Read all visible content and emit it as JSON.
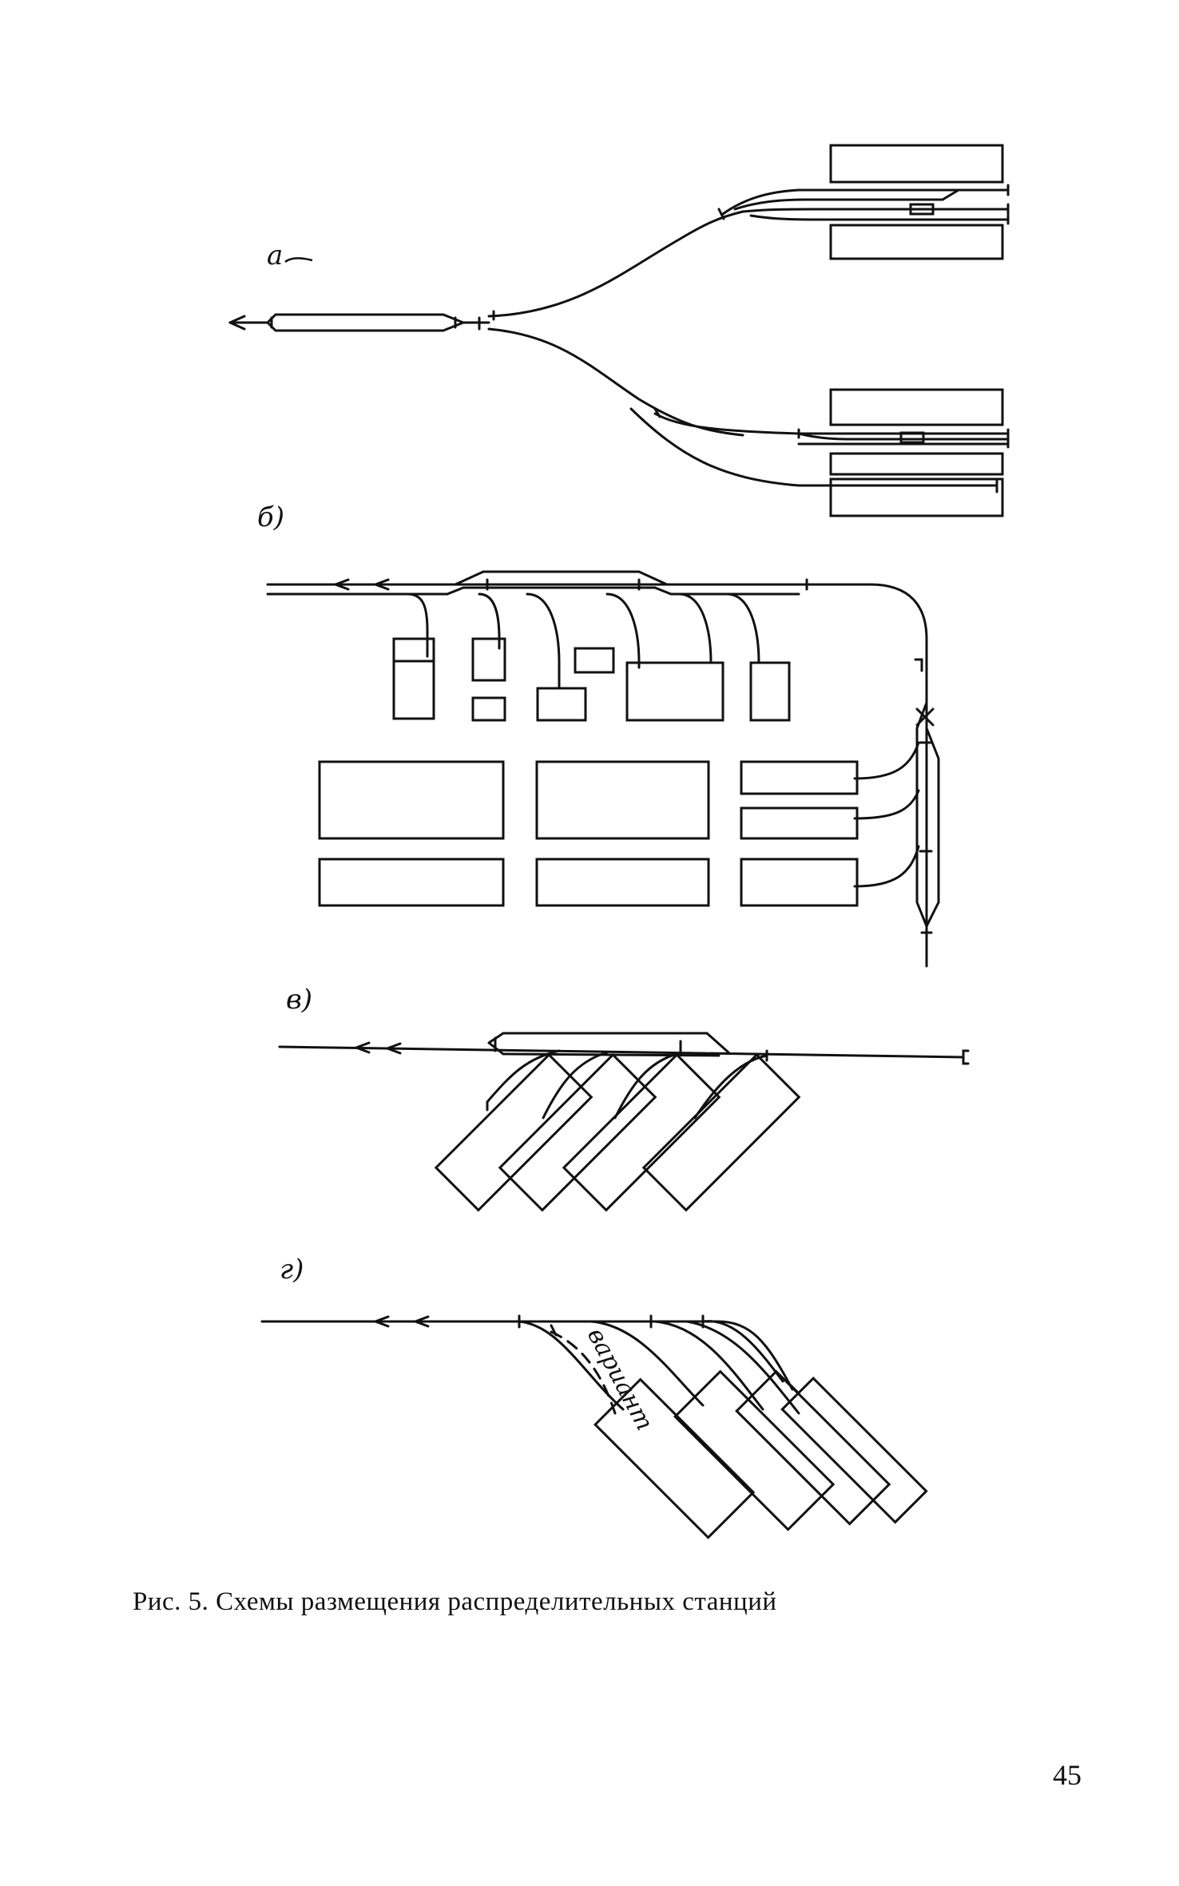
{
  "figure": {
    "panels": [
      {
        "id": "a",
        "label": "a"
      },
      {
        "id": "b",
        "label": "б)"
      },
      {
        "id": "v",
        "label": "в)"
      },
      {
        "id": "g",
        "label": "г)",
        "annotation": "вариант"
      }
    ],
    "caption": "Рис. 5. Схемы размещения распределительных станций"
  },
  "page_number": "45",
  "colors": {
    "ink": "#111111",
    "paper": "#ffffff"
  }
}
